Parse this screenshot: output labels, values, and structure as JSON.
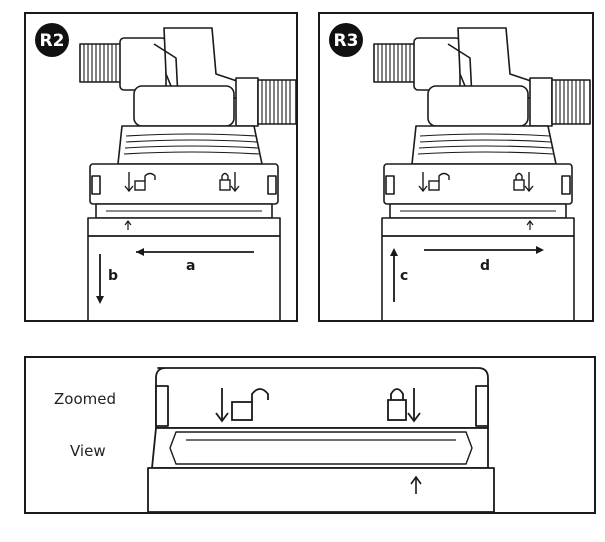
{
  "panels": {
    "r2": {
      "badge": "R2",
      "label_a": "a",
      "label_b": "b"
    },
    "r3": {
      "badge": "R3",
      "label_c": "c",
      "label_d": "d"
    },
    "zoom": {
      "label_line1": "Zoomed",
      "label_line2": "View"
    }
  },
  "icons": [
    "unlock-icon",
    "lock-icon",
    "arrow-down-icon",
    "arrow-up-icon",
    "arrow-left-icon",
    "arrow-right-icon"
  ],
  "colors": {
    "stroke": "#1a1a1a",
    "badge_fill": "#111111",
    "badge_text": "#ffffff",
    "background": "#ffffff"
  }
}
